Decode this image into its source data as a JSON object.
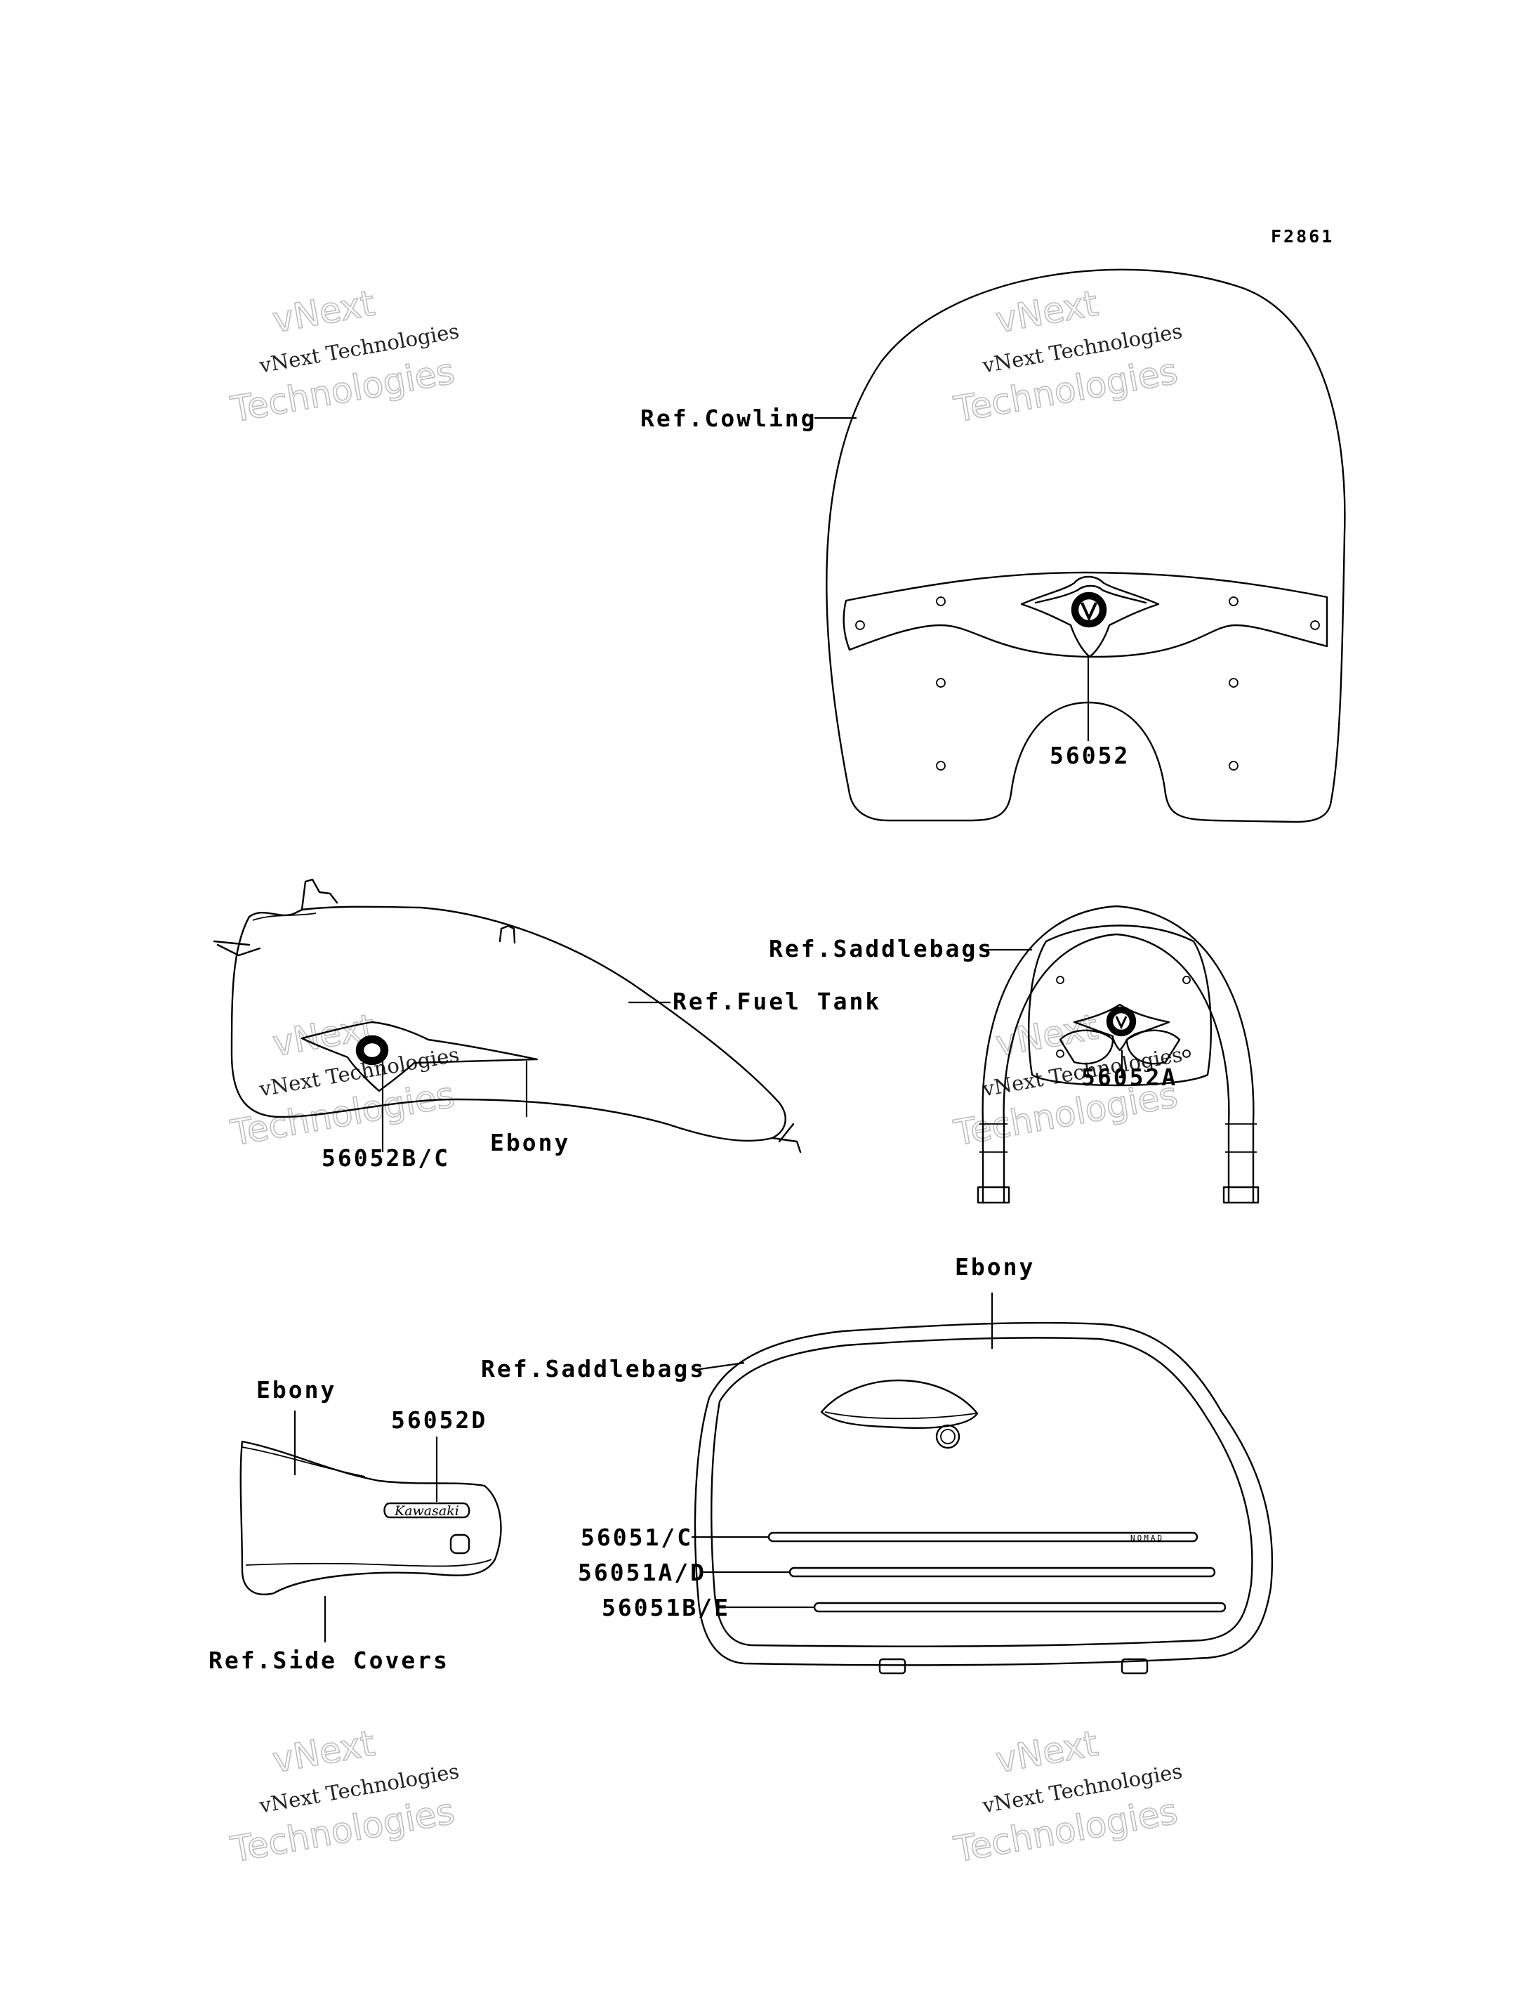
{
  "figure_code": "F2861",
  "labels": {
    "ref_cowling": "Ref.Cowling",
    "part_56052": "56052",
    "ref_saddlebags_top": "Ref.Saddlebags",
    "ref_fuel_tank": "Ref.Fuel Tank",
    "part_56052bc": "56052B/C",
    "ebony_tank": "Ebony",
    "part_56052a": "56052A",
    "ebony_saddlebag": "Ebony",
    "ref_saddlebags_bottom": "Ref.Saddlebags",
    "ebony_side_cover": "Ebony",
    "part_56052d": "56052D",
    "part_56051c": "56051/C",
    "part_56051ad": "56051A/D",
    "part_56051be": "56051B/E",
    "ref_side_covers": "Ref.Side Covers"
  },
  "decals": {
    "nomad": "NOMAD",
    "kawasaki": "Kawasaki"
  },
  "watermark": {
    "line1": "vNext",
    "line2": "vNext Technologies",
    "line3": "Technologies"
  }
}
